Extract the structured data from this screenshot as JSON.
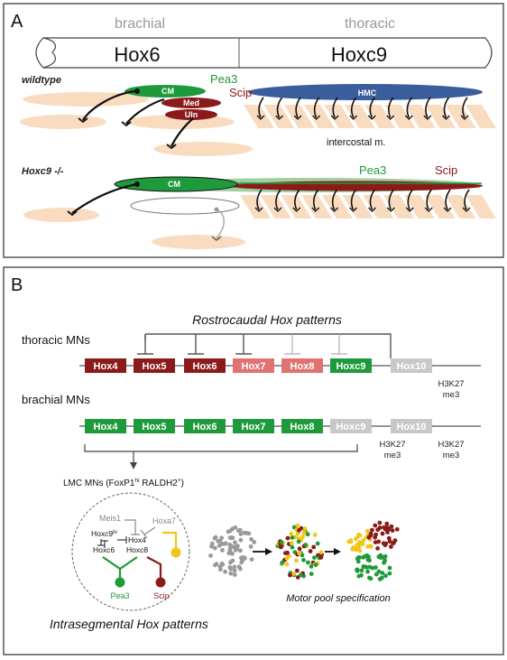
{
  "panel_a": {
    "letter": "A",
    "region_brachial": "brachial",
    "region_thoracic": "thoracic",
    "gene_hox6": "Hox6",
    "gene_hoxc9": "Hoxc9",
    "row1_label": "wildtype",
    "row2_label": "Hoxc9 -/-",
    "cm": "CM",
    "med": "Med",
    "uln": "Uln",
    "hmc": "HMC",
    "pea3": "Pea3",
    "scip": "Scip",
    "intercostal": "intercostal m."
  },
  "panel_b": {
    "letter": "B",
    "title": "Rostrocaudal Hox patterns",
    "thoracic_label": "thoracic MNs",
    "brachial_label": "brachial MNs",
    "thoracic_genes": [
      "Hox4",
      "Hox5",
      "Hox6",
      "Hox7",
      "Hox8",
      "Hoxc9",
      "Hox10"
    ],
    "brachial_genes": [
      "Hox4",
      "Hox5",
      "Hox6",
      "Hox7",
      "Hox8",
      "Hoxc9",
      "Hox10"
    ],
    "h3k27": "H3K27",
    "me3": "me3",
    "lmc_main": "LMC MNs (FoxP1",
    "lmc_sup1": "hi",
    "lmc_mid": " RALDH2",
    "lmc_sup2": "+",
    "lmc_end": ")",
    "meis1": "Meis1",
    "hoxc9lo_main": "Hoxc9",
    "hoxc9lo_sup": "lo",
    "hoxc6": "Hoxc6",
    "hox4": "Hox4",
    "hoxc8": "Hoxc8",
    "hoxa7": "Hoxa7",
    "pea3": "Pea3",
    "scip": "Scip",
    "pool_label": "Motor pool specification",
    "intra_title": "Intrasegmental Hox patterns"
  },
  "colors": {
    "dark_red": "#8b1a1a",
    "light_red": "#e07272",
    "green": "#1f9a3a",
    "gray": "#c8c8c8",
    "blue": "#3a5d9c",
    "peach": "#f9dcc0",
    "yellow": "#f2c51a"
  }
}
